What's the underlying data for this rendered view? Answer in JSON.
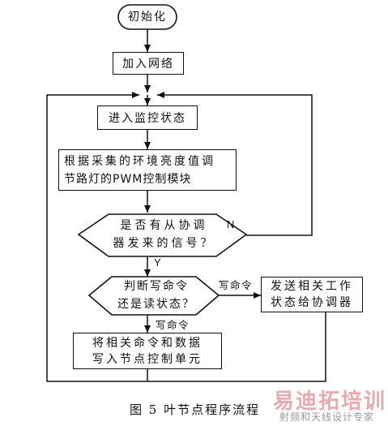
{
  "nodes": {
    "start": "初始化",
    "join": "加入网络",
    "monitor": "进入监控状态",
    "adjust_line1": "根据采集的环境亮度值调",
    "adjust_line2": "节路灯的PWM控制模块",
    "decision1_line1": "是否有从协调",
    "decision1_line2": "器发来的信号？",
    "decision2_line1": "判断写命令",
    "decision2_line2": "还是读状态？",
    "write_line1": "将相关命令和数据",
    "write_line2": "写入节点控制单元",
    "send_line1": "发送相关工作",
    "send_line2": "状态给协调器"
  },
  "edges": {
    "no_label": "N",
    "yes_label": "Y",
    "write_cmd_right": "写命令",
    "write_cmd_down": "写命令"
  },
  "caption": "图 5   叶节点程序流程",
  "watermark": {
    "brand": "易迪拓培训",
    "subtitle": "射频和天线设计专家"
  }
}
